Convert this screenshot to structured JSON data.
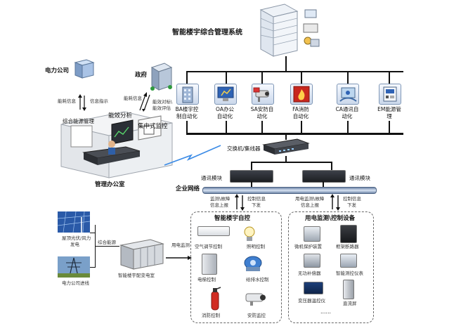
{
  "title": "智能楼宇综合管理系统",
  "subsystems": [
    {
      "icon": "building-automation-icon",
      "l1": "BA楼宇控",
      "l2": "制自动化"
    },
    {
      "icon": "office-automation-icon",
      "l1": "OA办公",
      "l2": "自动化"
    },
    {
      "icon": "security-camera-icon",
      "l1": "SA安防自",
      "l2": "动化"
    },
    {
      "icon": "fire-protection-icon",
      "l1": "FA消防",
      "l2": "自动化"
    },
    {
      "icon": "communication-icon",
      "l1": "CA通讯自",
      "l2": "动化"
    },
    {
      "icon": "energy-management-icon",
      "l1": "EM能源管",
      "l2": "理"
    }
  ],
  "switch_label": "交换机/集线器",
  "comm_module_left": "通讯模块",
  "comm_module_right": "通讯模块",
  "enterprise_network": "企业网络",
  "left_flow": {
    "up": "监测\\故障\n信息上报",
    "down": "控制信息\n下发"
  },
  "right_flow": {
    "up": "用电监测\\故障\n信息上报",
    "down": "控制信息\n下发"
  },
  "office": {
    "title": "管理办公室",
    "power_company": "电力公司",
    "government": "政府",
    "pc_up": "能耗信息",
    "pc_down": "信息指示",
    "gov_up": "能耗信息",
    "gov_down": "能效对标\\\n能效评估",
    "energy_mgmt": "综合能源管理",
    "efficiency": "能效分析",
    "central_monitor": "集中式监控"
  },
  "building_control": {
    "title": "智能楼宇自控",
    "items": [
      "空气调节控制",
      "照明控制",
      "电梯控制",
      "给排水控制",
      "消防控制",
      "安防监控"
    ]
  },
  "power_control": {
    "title": "用电监测\\控制设备",
    "items": [
      "微机保护装置",
      "框架断路器",
      "无功补偿器",
      "智能测控仪表",
      "变压器温控仪",
      "直流屏"
    ],
    "more": "……"
  },
  "substation": {
    "title": "智能楼宇配变电室",
    "pv": "屋顶光伏/风力\n发电",
    "grid": "电力公司进线",
    "integrated": "综合能源",
    "power_monitor": "用电监测"
  }
}
